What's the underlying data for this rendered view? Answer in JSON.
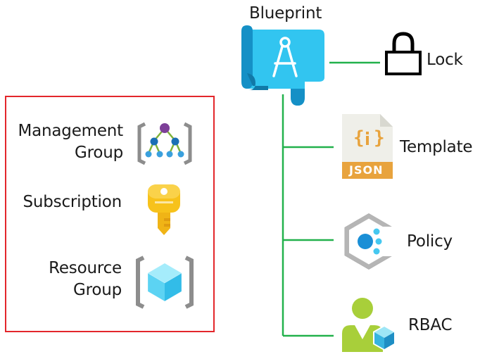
{
  "blueprint": {
    "label": "Blueprint"
  },
  "artifacts": {
    "lock": "Lock",
    "template": "Template",
    "template_badge": "JSON",
    "policy": "Policy",
    "rbac": "RBAC"
  },
  "scopes": {
    "management_group_line1": "Management",
    "management_group_line2": "Group",
    "subscription": "Subscription",
    "resource_group_line1": "Resource",
    "resource_group_line2": "Group"
  },
  "colors": {
    "connector": "#22b14c",
    "scope_border": "#e3262b",
    "blueprint_light": "#32c5f0",
    "blueprint_dark": "#1590c6",
    "key_yellow": "#f7c21b",
    "json_orange": "#e8a33d",
    "rbac_green": "#a8cf3a"
  }
}
